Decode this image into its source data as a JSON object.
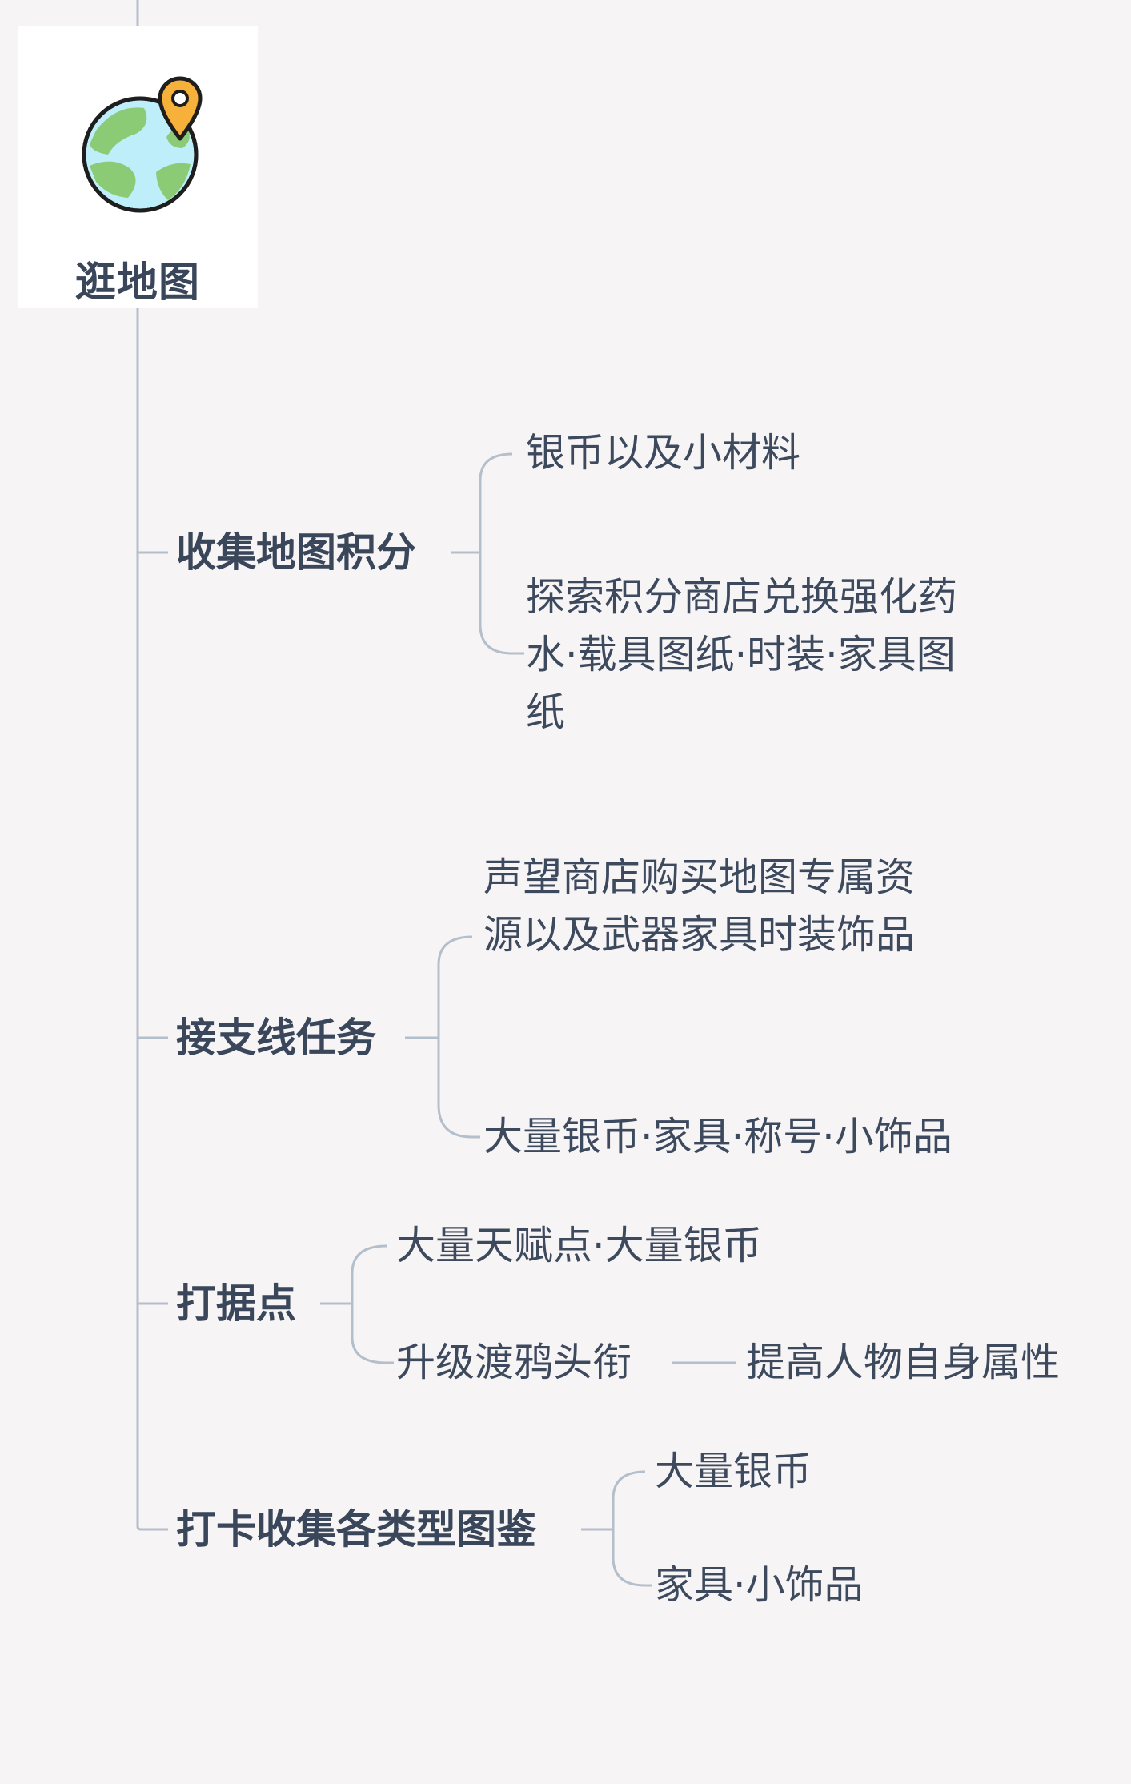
{
  "root": {
    "title": "逛地图",
    "icon": "globe-location-icon"
  },
  "branches": [
    {
      "label": "收集地图积分",
      "children": [
        "银币以及小材料",
        "探索积分商店兑换强化药水·载具图纸·时装·家具图纸"
      ]
    },
    {
      "label": "接支线任务",
      "children": [
        "声望商店购买地图专属资源以及武器家具时装饰品",
        "大量银币·家具·称号·小饰品"
      ]
    },
    {
      "label": "打据点",
      "children": [
        "大量天赋点·大量银币",
        "升级渡鸦头衔"
      ],
      "grandchild": "提高人物自身属性"
    },
    {
      "label": "打卡收集各类型图鉴",
      "children": [
        "大量银币",
        "家具·小饰品"
      ]
    }
  ],
  "colors": {
    "background": "#f7f4f5",
    "line": "#b4bfcc",
    "text": "#3d4a5e",
    "globe_water": "#bfeefb",
    "globe_land": "#8ccb76",
    "pin": "#f6b13a"
  }
}
